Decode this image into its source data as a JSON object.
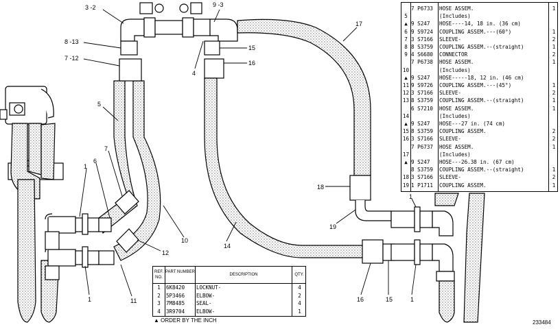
{
  "callouts": [
    {
      "id": "c3-2",
      "text": "3 -2"
    },
    {
      "id": "c9-3",
      "text": "9 -3"
    },
    {
      "id": "c8-13",
      "text": "8 -13"
    },
    {
      "id": "c7-12",
      "text": "7 -12"
    },
    {
      "id": "c4",
      "text": "4"
    },
    {
      "id": "c15top",
      "text": "15"
    },
    {
      "id": "c16top",
      "text": "16"
    },
    {
      "id": "c17",
      "text": "17"
    },
    {
      "id": "c5",
      "text": "5"
    },
    {
      "id": "c7",
      "text": "7"
    },
    {
      "id": "c6",
      "text": "6"
    },
    {
      "id": "c1a",
      "text": "1"
    },
    {
      "id": "c10",
      "text": "10"
    },
    {
      "id": "c12",
      "text": "12"
    },
    {
      "id": "c11",
      "text": "11"
    },
    {
      "id": "c1b",
      "text": "1"
    },
    {
      "id": "c14",
      "text": "14"
    },
    {
      "id": "c18",
      "text": "18"
    },
    {
      "id": "c19",
      "text": "19"
    },
    {
      "id": "c1c",
      "text": "1"
    },
    {
      "id": "c16bot",
      "text": "16"
    },
    {
      "id": "c15bot",
      "text": "15"
    },
    {
      "id": "c1d",
      "text": "1"
    }
  ],
  "parts_list": [
    {
      "ref": "",
      "pn": "7 P6733",
      "desc": "HOSE ASSEM.",
      "qty": "1"
    },
    {
      "ref": "5",
      "pn": "",
      "desc": "(Includes)",
      "qty": ""
    },
    {
      "ref": "▲",
      "pn": "9 S247",
      "desc": "HOSE----14, 18 in. (36 cm)",
      "qty": ""
    },
    {
      "ref": "6",
      "pn": "9 S9724",
      "desc": "COUPLING ASSEM.---(60°)",
      "qty": "1"
    },
    {
      "ref": "7",
      "pn": "3 S7166",
      "desc": "SLEEVE-",
      "qty": "2"
    },
    {
      "ref": "8",
      "pn": "8 S3759",
      "desc": "COUPLING ASSEM.--(straight)",
      "qty": "1"
    },
    {
      "ref": "9",
      "pn": "4 S6680",
      "desc": "CONNECTOR",
      "qty": "2"
    },
    {
      "ref": "",
      "pn": "7 P6738",
      "desc": "HOSE ASSEM.",
      "qty": "1"
    },
    {
      "ref": "10",
      "pn": "",
      "desc": "(Includes)",
      "qty": ""
    },
    {
      "ref": "▲",
      "pn": "9 S247",
      "desc": "HOSE-----18, 12 in. (46 cm)",
      "qty": ""
    },
    {
      "ref": "11",
      "pn": "9 S9726",
      "desc": "COUPLING ASSEM.---(45°)",
      "qty": "1"
    },
    {
      "ref": "12",
      "pn": "3 S7166",
      "desc": "SLEEVE-",
      "qty": "2"
    },
    {
      "ref": "13",
      "pn": "8 S3759",
      "desc": "COUPLING ASSEM.--(straight)",
      "qty": "1"
    },
    {
      "ref": "",
      "pn": "6 S7210",
      "desc": "HOSE ASSEM.",
      "qty": "1"
    },
    {
      "ref": "14",
      "pn": "",
      "desc": "(Includes)",
      "qty": ""
    },
    {
      "ref": "▲",
      "pn": "9 S247",
      "desc": "HOSE---27 in. (74 cm)",
      "qty": ""
    },
    {
      "ref": "15",
      "pn": "8 S3759",
      "desc": "COUPLING ASSEM.",
      "qty": "2"
    },
    {
      "ref": "16",
      "pn": "3 S7166",
      "desc": "SLEEVE-",
      "qty": "2"
    },
    {
      "ref": "",
      "pn": "7 P6737",
      "desc": "HOSE ASSEM.",
      "qty": "1"
    },
    {
      "ref": "17",
      "pn": "",
      "desc": "(Includes)",
      "qty": ""
    },
    {
      "ref": "▲",
      "pn": "9 S247",
      "desc": "HOSE---26.38 in. (67 cm)",
      "qty": ""
    },
    {
      "ref": "",
      "pn": "8 S3759",
      "desc": "COUPLING ASSEM.--(straight)",
      "qty": "1"
    },
    {
      "ref": "18",
      "pn": "3 S7166",
      "desc": "SLEEVE-",
      "qty": "2"
    },
    {
      "ref": "19",
      "pn": "1 P1711",
      "desc": "COUPLING ASSEM.",
      "qty": "1"
    }
  ],
  "bottom_table": {
    "headers": {
      "ref": "REF. NO.",
      "pn": "PART NUMBER",
      "desc": "DESCRIPTION",
      "qty": "QTY."
    },
    "rows": [
      {
        "ref": "1",
        "pn": "6K8420",
        "desc": "LOCKNUT-",
        "qty": "4"
      },
      {
        "ref": "2",
        "pn": "5P3466",
        "desc": "ELBOW-",
        "qty": "2"
      },
      {
        "ref": "3",
        "pn": "7M8485",
        "desc": "SEAL-",
        "qty": "4"
      },
      {
        "ref": "4",
        "pn": "3R9704",
        "desc": "ELBOW-",
        "qty": "1"
      }
    ]
  },
  "footnote": "▲ ORDER BY THE INCH",
  "drawing_number": "233484"
}
